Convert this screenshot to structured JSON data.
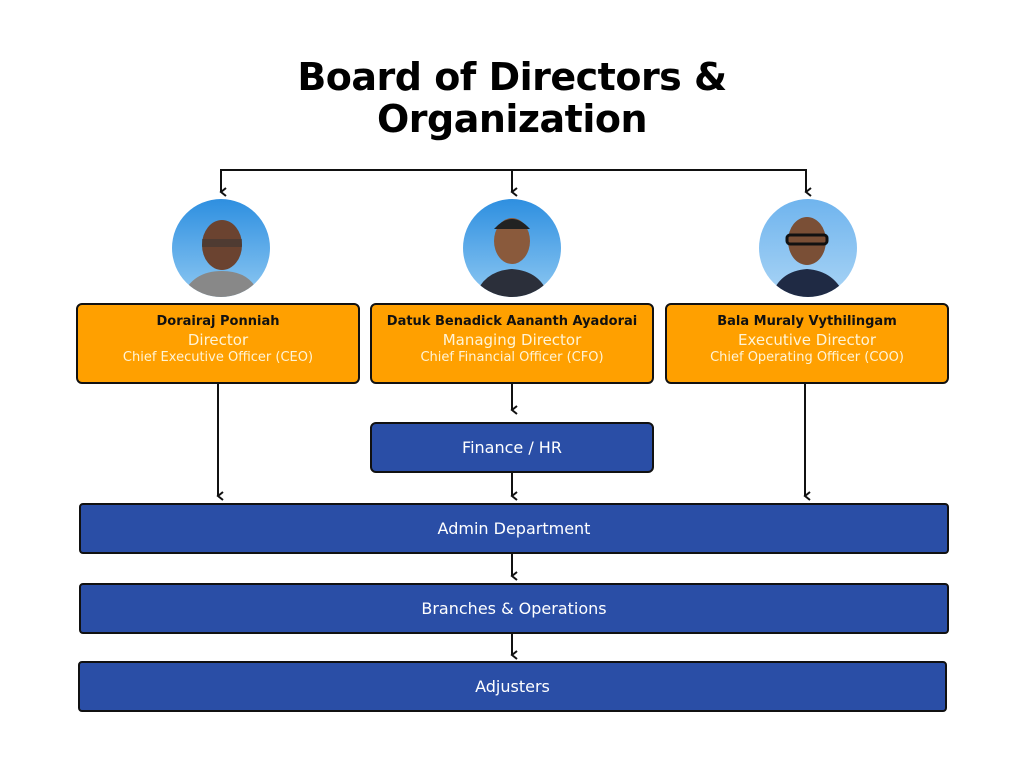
{
  "title": [
    "Board of Directors &",
    "Organization"
  ],
  "directors": [
    {
      "name": "Dorairaj Ponniah",
      "role": "Director",
      "title": "Chief Executive Officer (CEO)"
    },
    {
      "name": "Datuk Benadick Aananth Ayadorai",
      "role": "Managing Director",
      "title": "Chief Financial Officer (CFO)"
    },
    {
      "name": "Bala Muraly Vythilingam",
      "role": "Executive Director",
      "title": "Chief Operating Officer (COO)"
    }
  ],
  "departments": {
    "finance": "Finance / HR",
    "admin": "Admin Department",
    "branches": "Branches & Operations",
    "adjusters": "Adjusters"
  },
  "colors": {
    "director_box": "#FFA000",
    "department_box": "#2A4EA6"
  }
}
